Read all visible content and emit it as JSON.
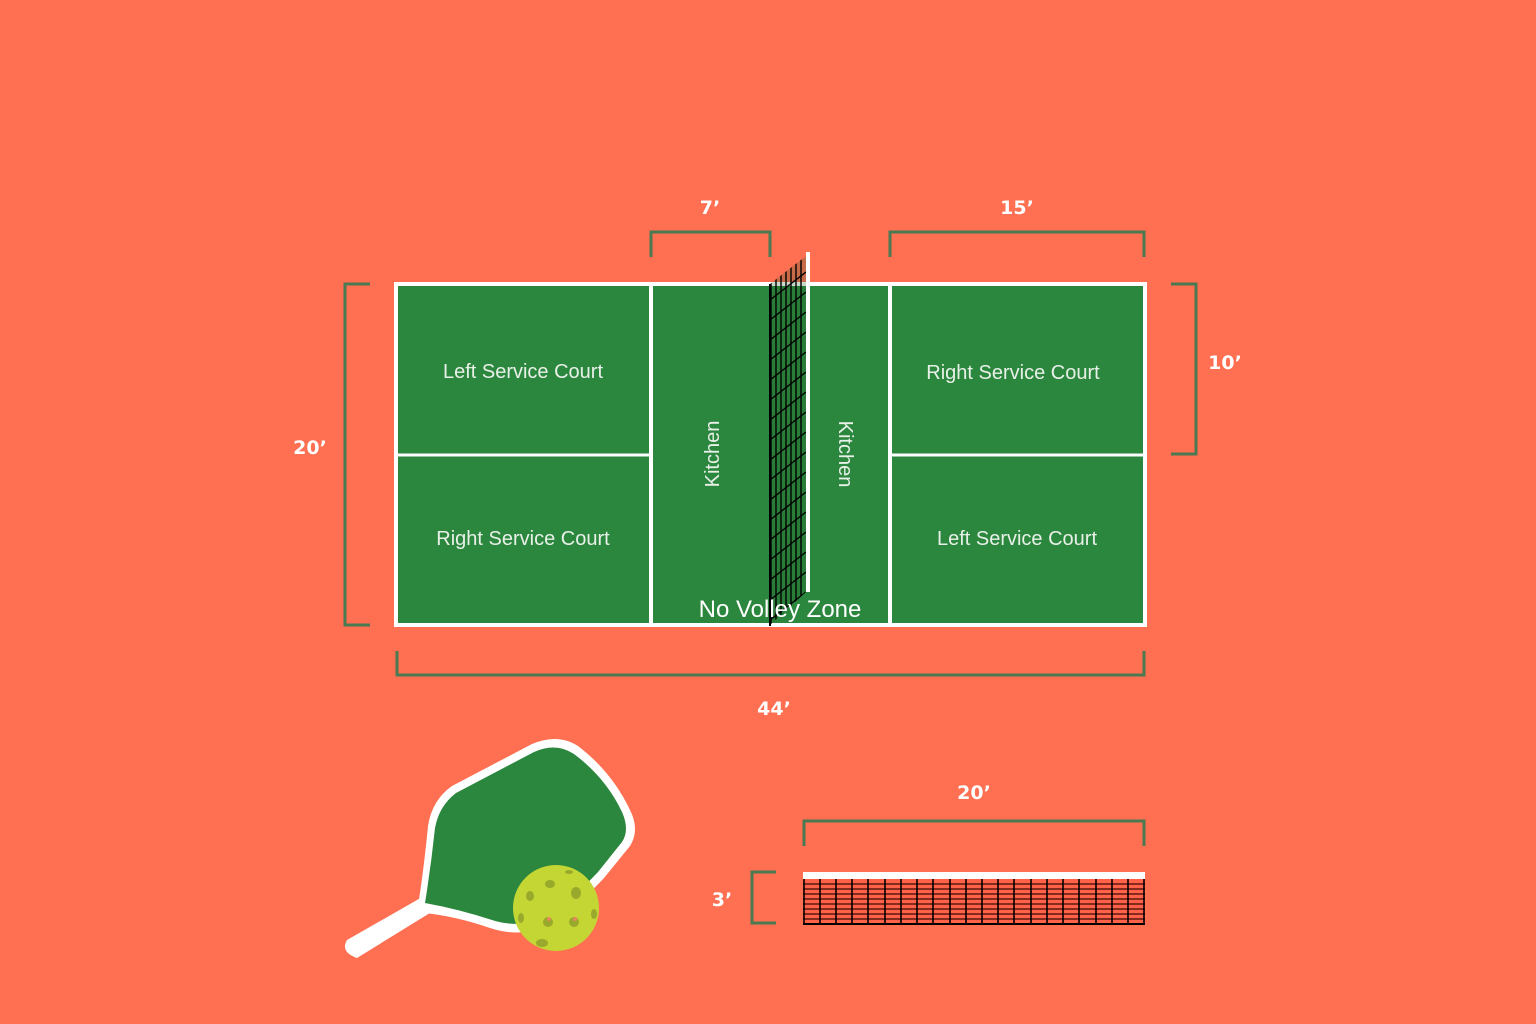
{
  "colors": {
    "background": "#FF6F52",
    "court": "#2C873E",
    "lines": "#FFFFFF",
    "bracket": "#4A7A52",
    "ball": "#C4D633"
  },
  "court": {
    "left_top_label": "Left Service Court",
    "left_bottom_label": "Right Service Court",
    "right_top_label": "Right Service Court",
    "right_bottom_label": "Left Service Court",
    "kitchen_left_label": "Kitchen",
    "kitchen_right_label": "Kitchen",
    "no_volley_zone_label": "No Volley Zone"
  },
  "dimensions": {
    "kitchen_depth": "7’",
    "service_depth": "15’",
    "service_width": "10’",
    "court_width": "20’",
    "court_length": "44’",
    "net_length": "20’",
    "net_height": "3’"
  },
  "icons": {
    "paddle": "pickleball-paddle",
    "ball": "pickleball-ball"
  }
}
